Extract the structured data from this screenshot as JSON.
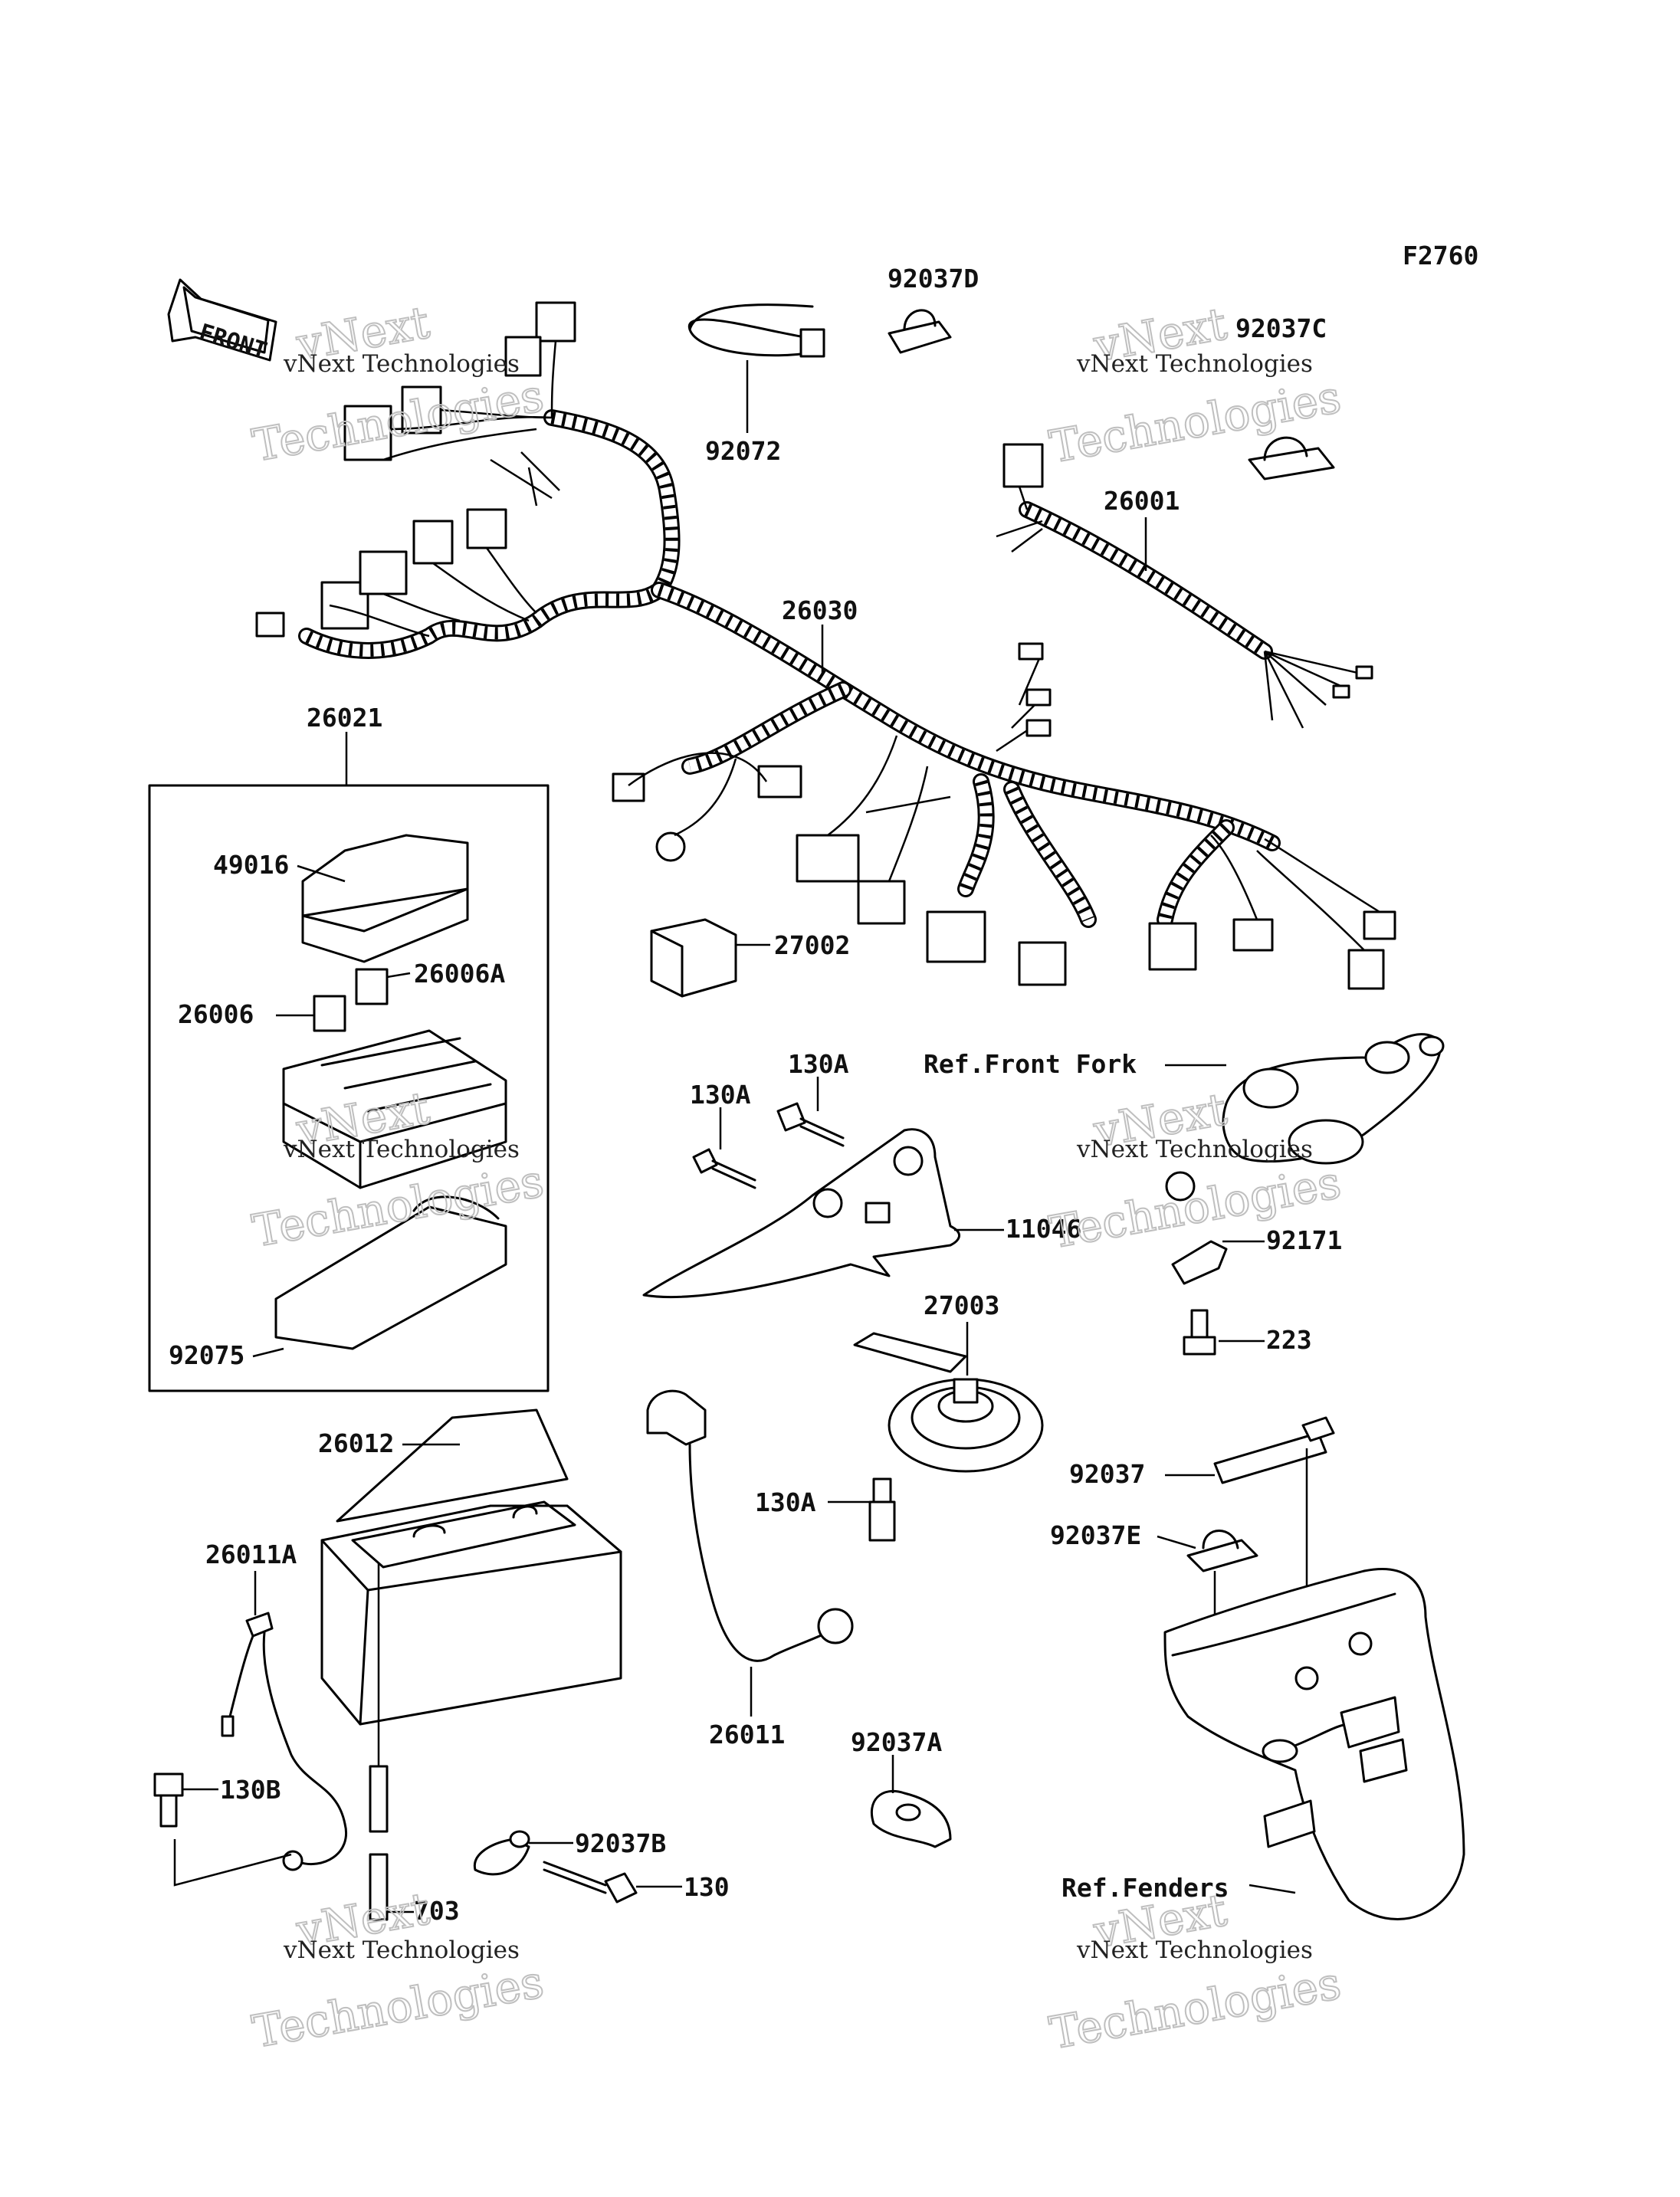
{
  "figure_code": "F2760",
  "front_label": "FRONT",
  "watermark": {
    "line1": "vNext Technologies",
    "big_a": "vNext",
    "big_b": "Technologies"
  },
  "labels": {
    "p92037D": "92037D",
    "p92072": "92072",
    "p92037C": "92037C",
    "p26001": "26001",
    "p26030": "26030",
    "p26021": "26021",
    "p49016": "49016",
    "p26006A": "26006A",
    "p26006": "26006",
    "p92075": "92075",
    "p27002": "27002",
    "p130A_1": "130A",
    "p130A_2": "130A",
    "p11046": "11046",
    "p27003": "27003",
    "p130A_3": "130A",
    "refFork": "Ref.Front Fork",
    "p92171": "92171",
    "p223": "223",
    "p92037": "92037",
    "p92037E": "92037E",
    "p26012": "26012",
    "p26011A": "26011A",
    "p130B": "130B",
    "p703": "703",
    "p26011": "26011",
    "p92037A": "92037A",
    "p92037B": "92037B",
    "p130": "130",
    "refFenders": "Ref.Fenders"
  }
}
